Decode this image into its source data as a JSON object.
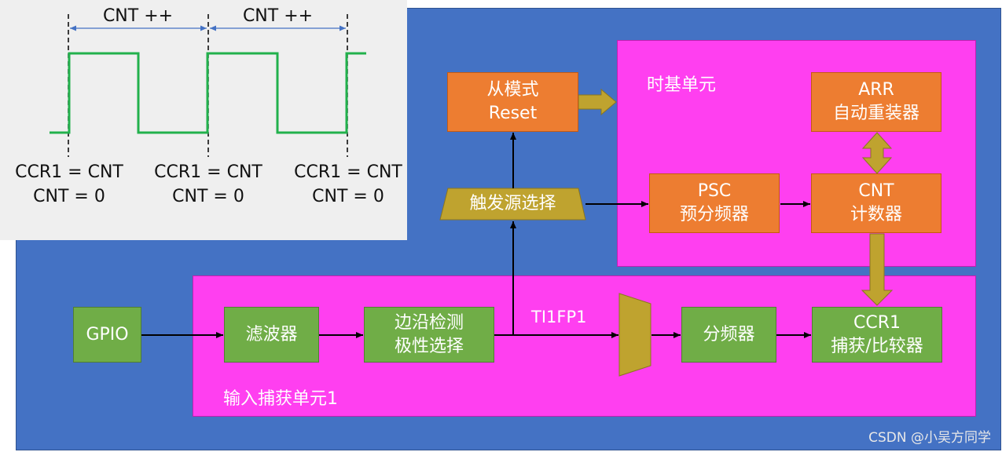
{
  "waveform": {
    "cnt_labels": [
      "CNT ++",
      "CNT ++"
    ],
    "events": [
      {
        "line1": "CCR1 = CNT",
        "line2": "CNT = 0"
      },
      {
        "line1": "CCR1 = CNT",
        "line2": "CNT = 0"
      },
      {
        "line1": "CCR1 = CNT",
        "line2": "CNT = 0"
      }
    ],
    "signal_color": "#22b14c"
  },
  "diagram": {
    "time_base_title": "时基单元",
    "input_capture_title": "输入捕获单元1",
    "slave_mode": {
      "line1": "从模式",
      "line2": "Reset"
    },
    "trigger_select": "触发源选择",
    "arr": {
      "line1": "ARR",
      "line2": "自动重装器"
    },
    "psc": {
      "line1": "PSC",
      "line2": "预分频器"
    },
    "cnt": {
      "line1": "CNT",
      "line2": "计数器"
    },
    "gpio": "GPIO",
    "filter": "滤波器",
    "edge_detect": {
      "line1": "边沿检测",
      "line2": "极性选择"
    },
    "signal_label": "TI1FP1",
    "prescaler": "分频器",
    "ccr1": {
      "line1": "CCR1",
      "line2": "捕获/比较器"
    },
    "colors": {
      "panel": "#4472c4",
      "unit": "#ff3ff0",
      "orange_block": "#ed7d31",
      "green_block": "#70ad47",
      "olive": "#bfa32f"
    }
  },
  "watermark": "CSDN @小吴方同学"
}
